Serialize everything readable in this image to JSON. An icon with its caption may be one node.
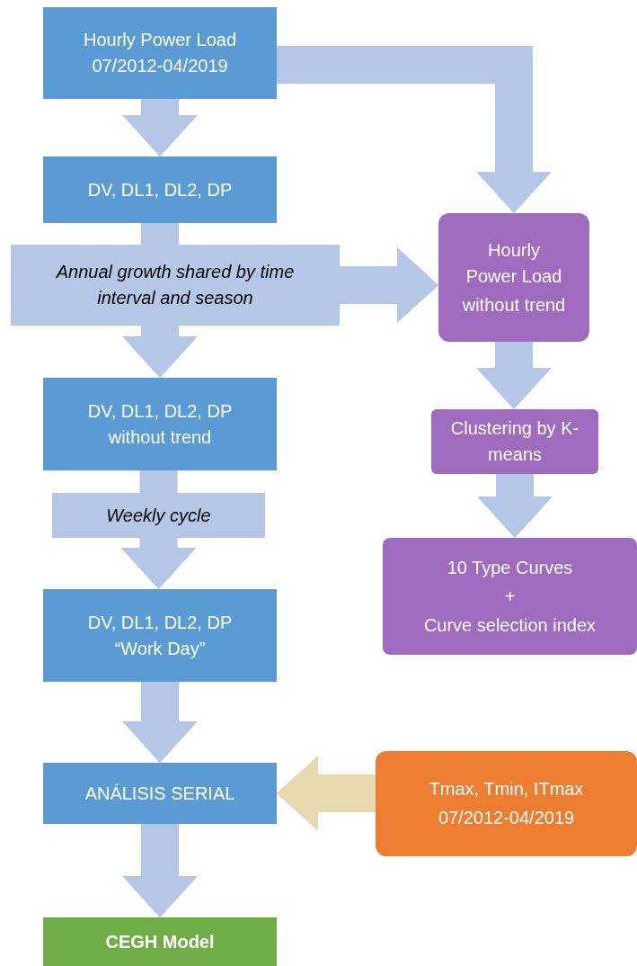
{
  "diagram": {
    "nodes": [
      {
        "text": [
          "Hourly Power Load 07/2012-04/2019"
        ]
      },
      {
        "text": [
          "DV, DL1, DL2, DP"
        ]
      },
      {
        "text": [
          "Annual growth shared by time interval and season"
        ]
      },
      {
        "text": [
          "DV, DL1, DL2, DP without trend"
        ]
      },
      {
        "text": [
          "Weekly cycle"
        ]
      },
      {
        "text": [
          "DV, DL1, DL2, DP “Work Day”"
        ]
      },
      {
        "text": [
          "ANÁLISIS SERIAL"
        ]
      },
      {
        "text": [
          "CEGH  Model"
        ]
      },
      {
        "text": [
          "Hourly Power Load",
          "without trend"
        ]
      },
      {
        "text": [
          "Clustering by K-means"
        ]
      },
      {
        "text": [
          "10 Type Curves",
          "+",
          "Curve selection index"
        ]
      },
      {
        "text": [
          "Tmax, Tmin, ITmax",
          "07/2012-04/2019"
        ]
      }
    ],
    "edges": [
      {
        "from": 0,
        "to": 1,
        "arrow": "to"
      },
      {
        "from": 1,
        "to": 2,
        "arrow": "none"
      },
      {
        "from": 2,
        "to": 3,
        "arrow": "to"
      },
      {
        "from": 2,
        "to": 8,
        "arrow": "to"
      },
      {
        "from": 0,
        "to": 8,
        "arrow": "to"
      },
      {
        "from": 3,
        "to": 4,
        "arrow": "none"
      },
      {
        "from": 4,
        "to": 5,
        "arrow": "to"
      },
      {
        "from": 5,
        "to": 6,
        "arrow": "to"
      },
      {
        "from": 6,
        "to": 7,
        "arrow": "to"
      },
      {
        "from": 11,
        "to": 6,
        "arrow": "to",
        "color": "#e8dab0"
      },
      {
        "from": 8,
        "to": 9,
        "arrow": "to"
      },
      {
        "from": 9,
        "to": 10,
        "arrow": "to"
      }
    ]
  }
}
